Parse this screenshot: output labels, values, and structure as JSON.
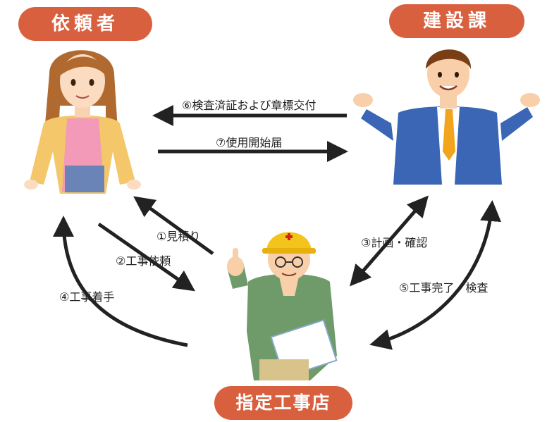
{
  "actors": {
    "requester": "依頼者",
    "building_dept": "建設課",
    "contractor": "指定工事店"
  },
  "flows": {
    "step1": "①見積り",
    "step2": "②工事依頼",
    "step3": "③計画・確認",
    "step4": "④工事着手",
    "step5": "⑤工事完了・検査",
    "step6": "⑥検査済証および章標交付",
    "step7": "⑦使用開始届"
  },
  "colors": {
    "pill": "#d9603f",
    "arrow": "#222222",
    "suit": "#3a66b5",
    "work_uniform": "#6f9a6a",
    "helmet": "#f2c41c"
  }
}
